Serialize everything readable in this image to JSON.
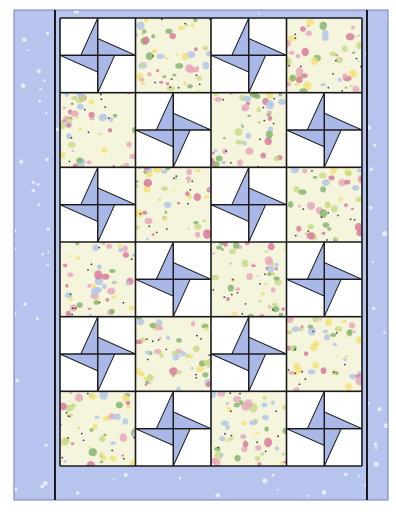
{
  "quilt": {
    "colors": {
      "border_fabric": "#b7c4ee",
      "border_dots": "#eef2ff",
      "block_white": "#ffffff",
      "pinwheel_blue": "#a9b8e6",
      "seam_line": "#1a1a1a",
      "floral_base": "#f5f4dc",
      "floral_petals": [
        "#e7a9bd",
        "#f3e07a",
        "#86b56f",
        "#d97b9a",
        "#c9d98a",
        "#b1c6e6"
      ]
    },
    "rows": 6,
    "cols": 4,
    "layout": [
      [
        "pinwheel",
        "floral",
        "pinwheel",
        "floral"
      ],
      [
        "floral",
        "pinwheel",
        "floral",
        "pinwheel"
      ],
      [
        "pinwheel",
        "floral",
        "pinwheel",
        "floral"
      ],
      [
        "floral",
        "pinwheel",
        "floral",
        "pinwheel"
      ],
      [
        "pinwheel",
        "floral",
        "pinwheel",
        "floral"
      ],
      [
        "floral",
        "pinwheel",
        "floral",
        "pinwheel"
      ]
    ],
    "icons": {
      "floral": "floral-print-block-icon",
      "pinwheel": "pinwheel-block-icon"
    }
  }
}
